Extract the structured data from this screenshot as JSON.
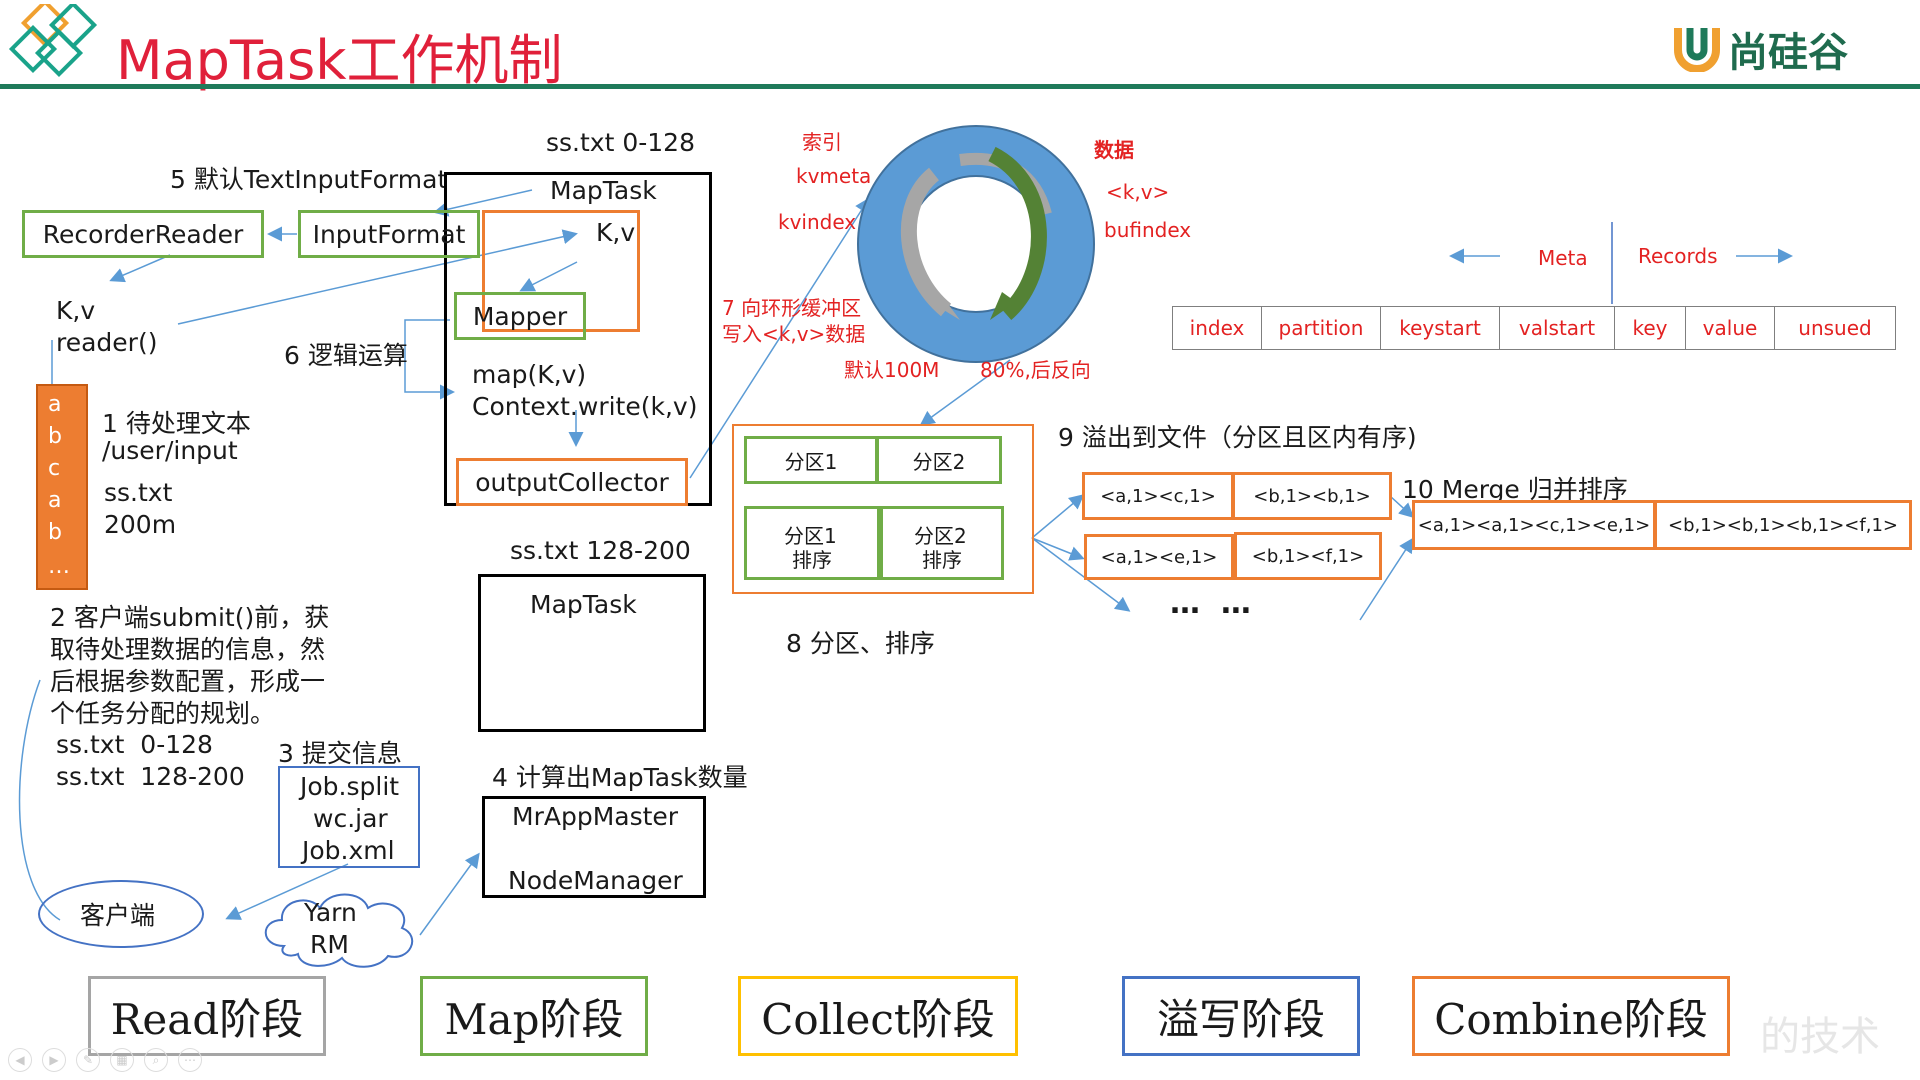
{
  "header": {
    "title": "MapTask工作机制",
    "logo_text": "尚硅谷",
    "watermark": "的技术"
  },
  "colors": {
    "title": "#e0203a",
    "rule": "#1f7a5a",
    "green": "#70ad47",
    "orange": "#ed7d31",
    "blue_ring": "#5b9bd5",
    "red_text": "#e32222"
  },
  "labels": {
    "ss_0_128_top": "ss.txt 0-128",
    "step5": "5 默认TextInputFormat",
    "maptask1": "MapTask",
    "recorder_reader": "RecorderReader",
    "input_format": "InputFormat",
    "kv_inner": "K,v",
    "kv_left": "K,v",
    "reader_call": "reader()",
    "mapper": "Mapper",
    "step6": "6 逻辑运算",
    "map_call": "map(K,v)",
    "context_write": "Context.write(k,v)",
    "output_collector": "outputCollector",
    "file_letters": [
      "a",
      "b",
      "c",
      "a",
      "b",
      "…"
    ],
    "step1": "1 待处理文本",
    "user_input": "/user/input",
    "ss_txt": "ss.txt",
    "size_200m": "200m",
    "step2_lines": [
      "2 客户端submit()前，获",
      "取待处理数据的信息，然",
      "后根据参数配置，形成一",
      "个任务分配的规划。"
    ],
    "split1": "ss.txt  0-128",
    "split2": "ss.txt  128-200",
    "step3": "3 提交信息",
    "job_split": "Job.split",
    "wc_jar": "wc.jar",
    "job_xml": "Job.xml",
    "client": "客户端",
    "yarn": "Yarn",
    "rm": "RM",
    "ss_128_200": "ss.txt 128-200",
    "maptask2": "MapTask",
    "step4": "4 计算出MapTask数量",
    "mr_app_master": "MrAppMaster",
    "node_manager": "NodeManager"
  },
  "ring": {
    "index_label": "索引",
    "kvmeta": "kvmeta",
    "kvindex": "kvindex",
    "data_label": "数据",
    "kv_pair": "<k,v>",
    "bufindex": "bufindex",
    "step7_line1": "7 向环形缓冲区",
    "step7_line2": "写入<k,v>数据",
    "default_100m": "默认100M",
    "reverse_80": "80%,后反向"
  },
  "meta_table": {
    "meta": "Meta",
    "records": "Records",
    "cells": [
      "index",
      "partition",
      "keystart",
      "valstart",
      "key",
      "value",
      "unsued"
    ]
  },
  "partitions": {
    "p1": "分区1",
    "p2": "分区2",
    "p1_sorted_a": "分区1",
    "p1_sorted_b": "排序",
    "p2_sorted_a": "分区2",
    "p2_sorted_b": "排序",
    "step8": "8 分区、排序"
  },
  "spill": {
    "step9": "9 溢出到文件（分区且区内有序)",
    "r1c1": "<a,1><c,1>",
    "r1c2": "<b,1><b,1>",
    "r2c1": "<a,1><e,1>",
    "r2c2": "<b,1><f,1>",
    "dots": "…  …",
    "step10": "10 Merge 归并排序",
    "m1": "<a,1><a,1><c,1><e,1>",
    "m2": "<b,1><b,1><b,1><f,1>"
  },
  "stages": [
    {
      "label": "Read阶段",
      "color": "#a5a5a5"
    },
    {
      "label": "Map阶段",
      "color": "#70ad47"
    },
    {
      "label": "Collect阶段",
      "color": "#ffc000"
    },
    {
      "label": "溢写阶段",
      "color": "#4472c4"
    },
    {
      "label": "Combine阶段",
      "color": "#ed7d31"
    }
  ]
}
